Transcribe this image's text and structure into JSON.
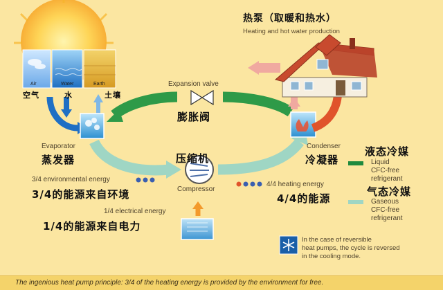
{
  "title": {
    "cn": "热泵（取暖和热水）",
    "en": "Heating and hot water production"
  },
  "sources": {
    "air_en": "Air",
    "water_en": "Water",
    "earth_en": "Earth",
    "air_cn": "空气",
    "water_cn": "水",
    "earth_cn": "土壤"
  },
  "components": {
    "expansion_en": "Expansion valve",
    "expansion_cn": "膨胀阀",
    "compressor_en": "Compressor",
    "compressor_cn": "压缩机",
    "evaporator_en": "Evaporator",
    "evaporator_cn": "蒸发器",
    "condenser_en": "Condenser",
    "condenser_cn": "冷凝器"
  },
  "energy": {
    "env_en": "3/4 environmental energy",
    "env_cn": "3/4的能源来自环境",
    "elec_en": "1/4 electrical energy",
    "elec_cn": "1/4的能源来自电力",
    "heat_en": "4/4 heating energy",
    "heat_cn": "4/4的能源"
  },
  "legend": {
    "liquid_cn": "液态冷媒",
    "liquid_en": [
      "Liquid",
      "CFC-free",
      "refrigerant"
    ],
    "gaseous_cn": "气态冷媒",
    "gaseous_en": [
      "Gaseous",
      "CFC-free",
      "refrigerant"
    ],
    "liquid_color": "#1f8a3e",
    "gaseous_color": "#9fd6c4"
  },
  "note": {
    "icon": "snowflake-icon",
    "lines": [
      "In the case of reversible",
      "heat pumps, the cycle is reversed",
      "in the cooling mode."
    ]
  },
  "footer": "The ingenious heat pump principle: 3/4 of the heating energy is provided by the environment for free.",
  "colors": {
    "background": "#fbe6a1",
    "liquid_arrow": "#2e9a48",
    "gaseous_arrow": "#9fd6c4",
    "heat_arrow": "#e0532b",
    "energy_dots": "#3a5fb0"
  }
}
